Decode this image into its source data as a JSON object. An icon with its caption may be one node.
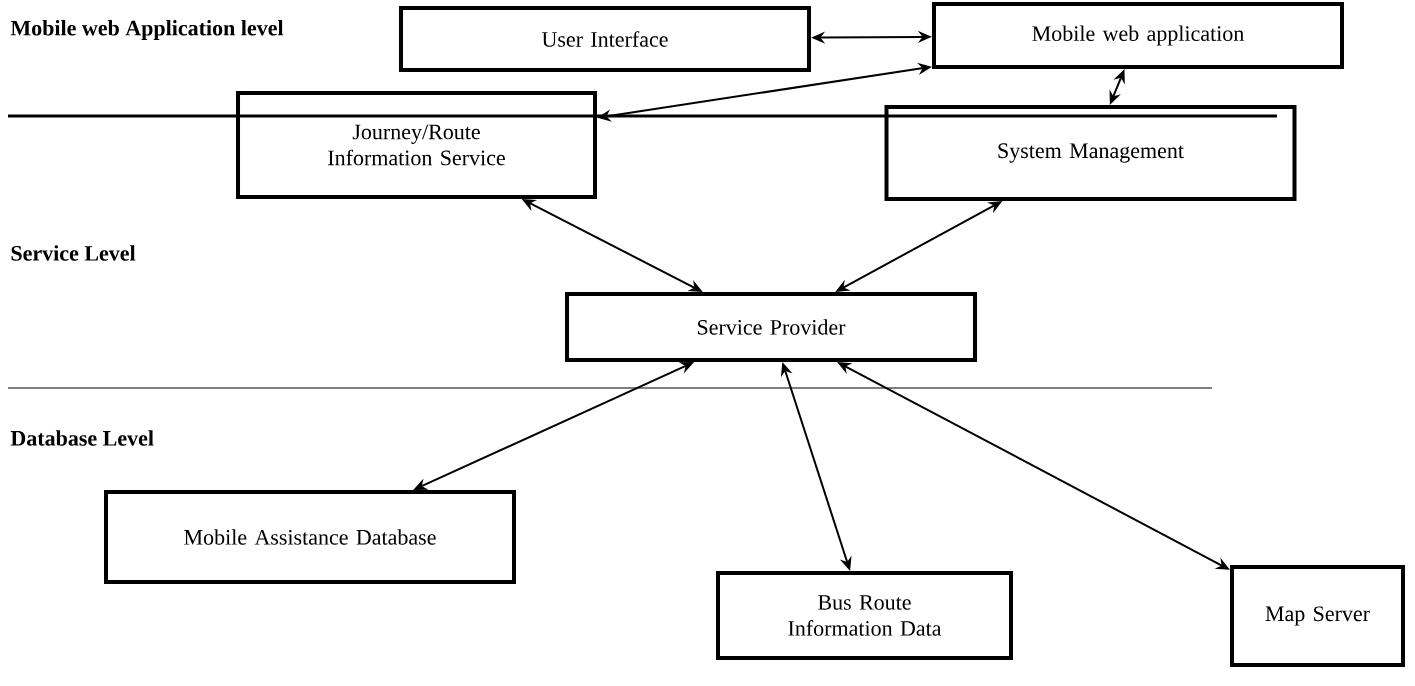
{
  "diagram": {
    "nodes": [
      {
        "text": [
          "User Interface"
        ]
      },
      {
        "text": [
          "Mobile web application"
        ]
      },
      {
        "text": [
          "Journey/Route Information Service"
        ]
      },
      {
        "text": [
          "System Management"
        ]
      },
      {
        "text": [
          "Service Provider"
        ]
      },
      {
        "text": [
          "Mobile Assistance Database"
        ]
      },
      {
        "text": [
          "Bus Route Information Data"
        ]
      },
      {
        "text": [
          "Map Server"
        ]
      }
    ],
    "edges": [
      {
        "from": 0,
        "to": 1,
        "arrow": "both"
      },
      {
        "from": 1,
        "to": 2,
        "arrow": "both"
      },
      {
        "from": 1,
        "to": 3,
        "arrow": "both"
      },
      {
        "from": 2,
        "to": 4,
        "arrow": "both"
      },
      {
        "from": 3,
        "to": 4,
        "arrow": "both"
      },
      {
        "from": 4,
        "to": 5,
        "arrow": "both"
      },
      {
        "from": 4,
        "to": 6,
        "arrow": "both"
      },
      {
        "from": 4,
        "to": 7,
        "arrow": "both"
      }
    ],
    "labels": [
      "Mobile web Application level",
      "Service Level",
      "Database Level"
    ]
  }
}
